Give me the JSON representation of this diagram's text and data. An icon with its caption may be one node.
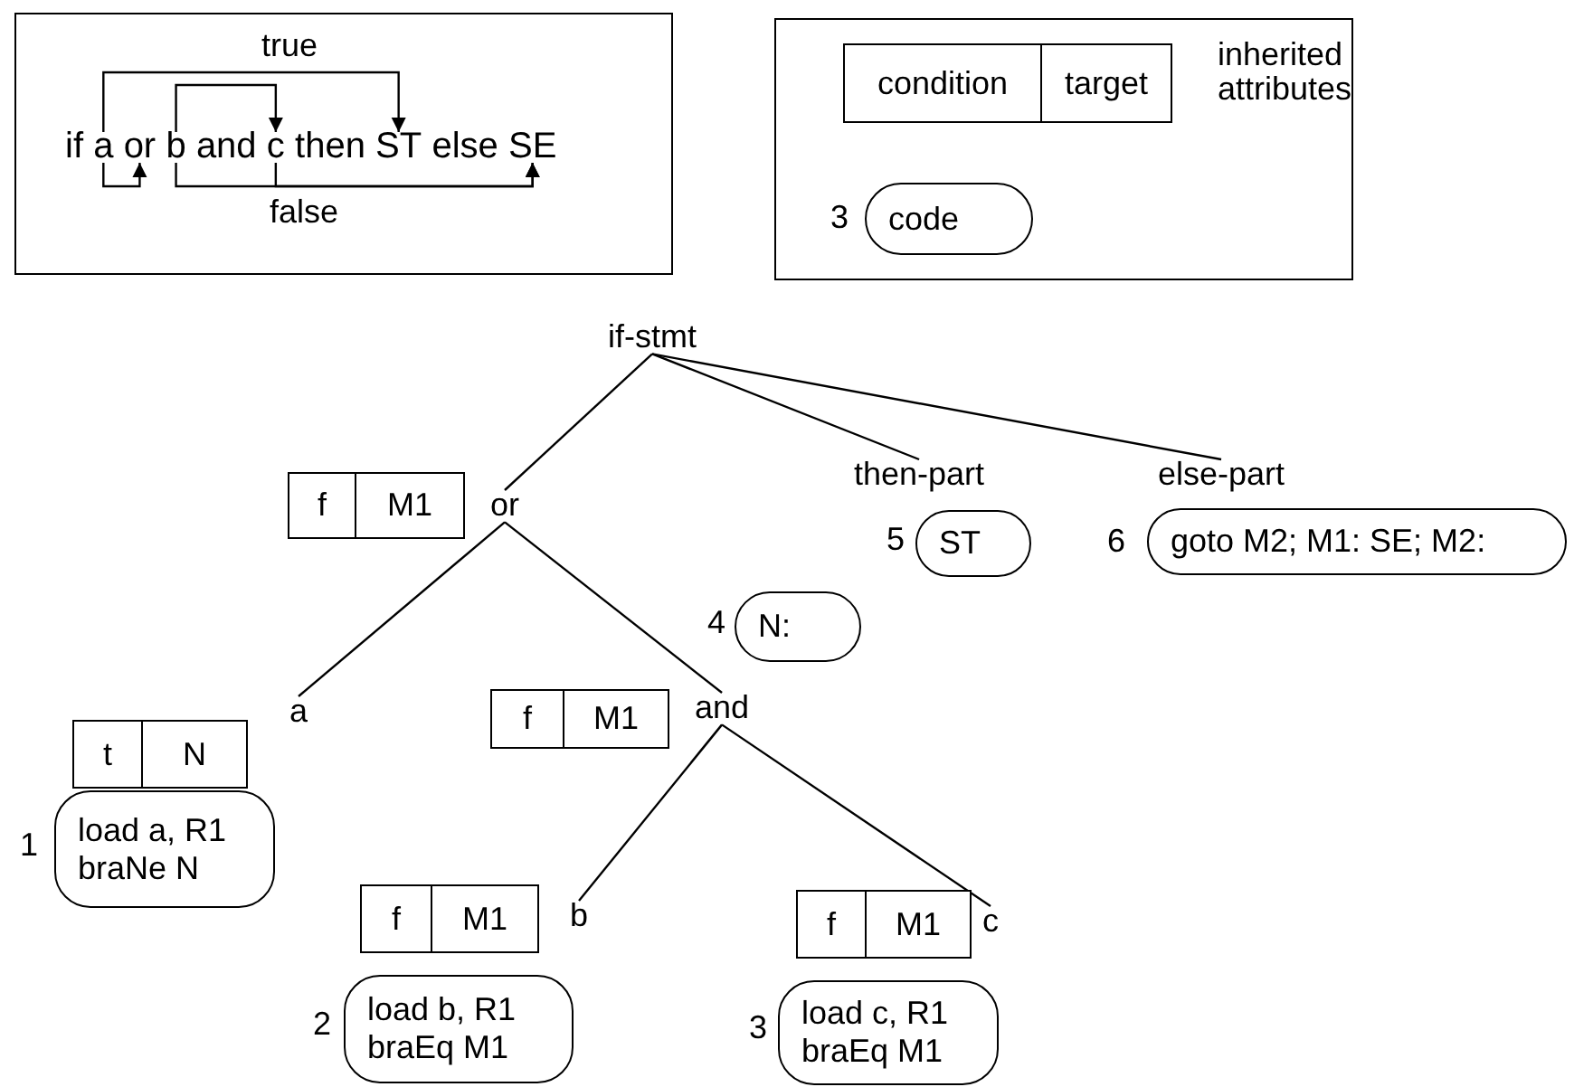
{
  "diagram": {
    "nodes": [
      {
        "text": [],
        "shape": "box"
      },
      {
        "text": [
          "a"
        ],
        "in": 0
      },
      {
        "text": [
          "or"
        ],
        "in": 0
      },
      {
        "text": [
          "b"
        ],
        "in": 0
      },
      {
        "text": [
          "c"
        ],
        "in": 0
      },
      {
        "text": [
          "ST"
        ],
        "in": 0
      },
      {
        "text": [
          "SE"
        ],
        "in": 0
      },
      {
        "text": [],
        "shape": "box"
      },
      {
        "text": [
          "condition",
          "target"
        ],
        "in": 7,
        "beside": [
          "inherited attributes"
        ]
      },
      {
        "text": [
          "code"
        ],
        "in": 7,
        "beside": [
          "3"
        ]
      },
      {
        "text": [
          "if-stmt"
        ]
      },
      {
        "text": [
          "f",
          "M1"
        ]
      },
      {
        "text": [
          "or"
        ]
      },
      {
        "text": [
          "then-part"
        ]
      },
      {
        "text": [
          "else-part"
        ]
      },
      {
        "text": [
          "ST"
        ],
        "beside": [
          "5"
        ]
      },
      {
        "text": [
          "goto M2; M1: SE; M2:"
        ],
        "beside": [
          "6"
        ]
      },
      {
        "text": [
          "N:"
        ],
        "beside": [
          "4"
        ]
      },
      {
        "text": [
          "t",
          "N"
        ]
      },
      {
        "text": [
          "a"
        ]
      },
      {
        "text": [
          "f",
          "M1"
        ]
      },
      {
        "text": [
          "and"
        ]
      },
      {
        "text": [
          "load a, R1 braNe N"
        ],
        "beside": [
          "1"
        ]
      },
      {
        "text": [
          "f",
          "M1"
        ]
      },
      {
        "text": [
          "b"
        ]
      },
      {
        "text": [
          "f",
          "M1"
        ]
      },
      {
        "text": [
          "c"
        ]
      },
      {
        "text": [
          "load b, R1 braEq M1"
        ],
        "beside": [
          "2"
        ]
      },
      {
        "text": [
          "load c, R1 braEq M1"
        ],
        "beside": [
          "3"
        ]
      }
    ],
    "edges": [
      {
        "from": 1,
        "to": 5,
        "arrow": "to",
        "label": "true"
      },
      {
        "from": 3,
        "to": 4,
        "arrow": "to"
      },
      {
        "from": 1,
        "to": 2,
        "arrow": "to"
      },
      {
        "from": 3,
        "to": 6,
        "arrow": "to",
        "label": "false"
      },
      {
        "from": 4,
        "to": 6,
        "arrow": "to"
      },
      {
        "from": 10,
        "to": 12,
        "arrow": "none"
      },
      {
        "from": 10,
        "to": 13,
        "arrow": "none"
      },
      {
        "from": 10,
        "to": 14,
        "arrow": "none"
      },
      {
        "from": 12,
        "to": 19,
        "arrow": "none"
      },
      {
        "from": 12,
        "to": 21,
        "arrow": "none"
      },
      {
        "from": 21,
        "to": 24,
        "arrow": "none"
      },
      {
        "from": 21,
        "to": 26,
        "arrow": "none"
      }
    ],
    "labels": [
      "if",
      "and",
      "then",
      "else"
    ]
  }
}
